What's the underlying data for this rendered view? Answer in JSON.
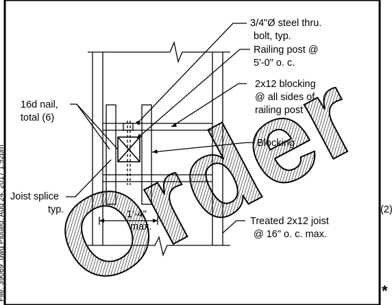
{
  "drawing": {
    "callouts": {
      "bolt_line1": "3/4\"Ø steel thru.",
      "bolt_line2": "bolt, typ.",
      "post_line1": "Railing post @",
      "post_line2": "5'-0\" o. c.",
      "block_line1": "2x12 blocking",
      "block_line2": "@ all sides of",
      "block_line3": "railing post",
      "nail_line1": "16d nail,",
      "nail_line2": "total (6)",
      "blocking": "Blocking",
      "splice_line1": "Joist splice",
      "splice_line2": "typ.",
      "dim_line1": "1'-4\"",
      "dim_line2": "max.",
      "joist_line1": "Treated 2x12 joist",
      "joist_line2": "@ 16\" o. c. max.",
      "side_note": "(2)",
      "asterisk": "*"
    },
    "sidebar_text": "File: 39069 .dwg   Plotted: Aug 24, 2017   1:52pm",
    "watermark": "Order"
  }
}
